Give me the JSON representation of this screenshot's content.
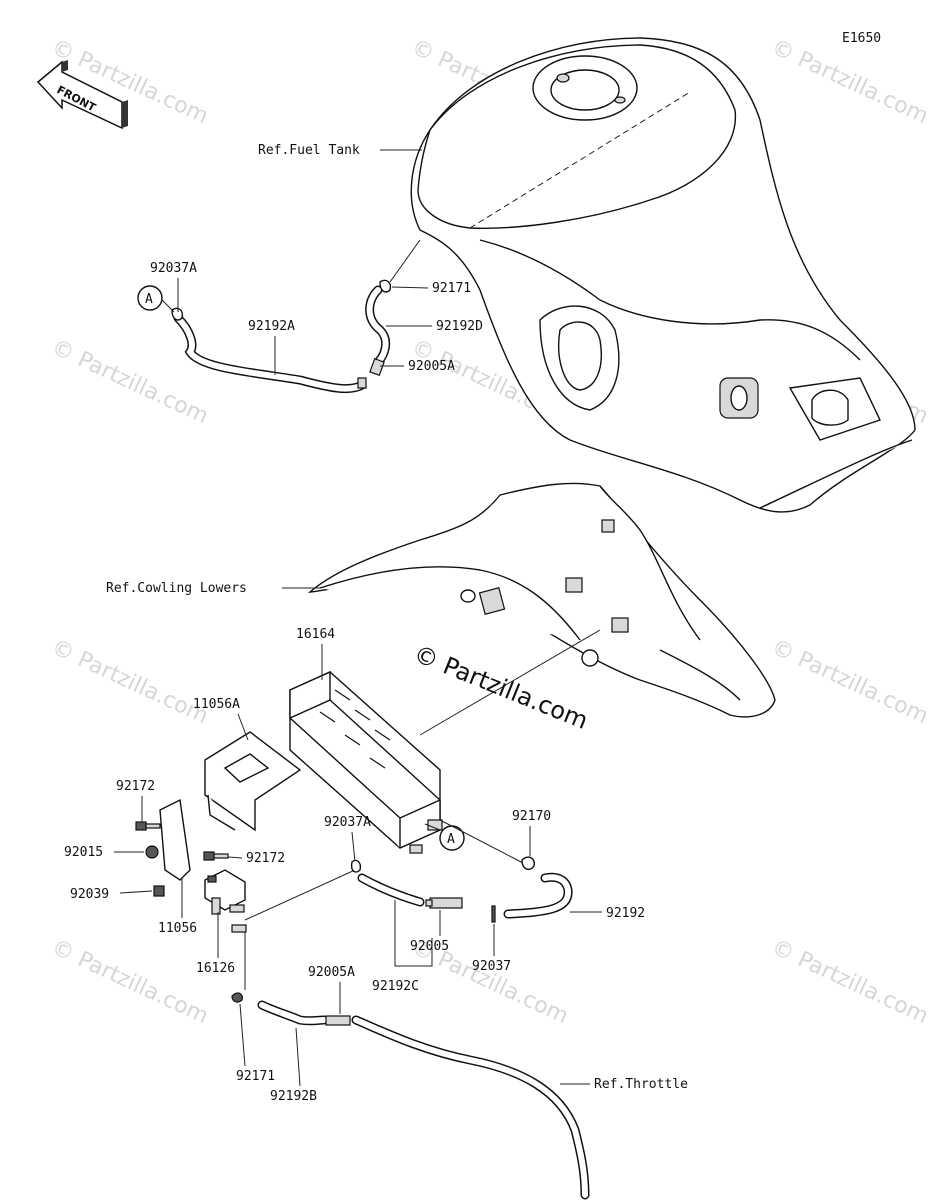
{
  "diagram_code": "E1650",
  "front_label": "FRONT",
  "watermark_text": "© Partzilla.com",
  "main_watermark": "© Partzilla.com",
  "refs": {
    "fuel_tank": "Ref.Fuel Tank",
    "cowling_lowers": "Ref.Cowling Lowers",
    "throttle": "Ref.Throttle"
  },
  "callout": "A",
  "labels": {
    "p92037A_top": "92037A",
    "p92192A": "92192A",
    "p92171_top": "92171",
    "p92192D": "92192D",
    "p92005A_top": "92005A",
    "p16164": "16164",
    "p11056A": "11056A",
    "p92172_a": "92172",
    "p92015": "92015",
    "p92039": "92039",
    "p11056": "11056",
    "p92172_b": "92172",
    "p16126": "16126",
    "p92037A_mid": "92037A",
    "p92170": "92170",
    "p92192": "92192",
    "p92005": "92005",
    "p92037": "92037",
    "p92192C": "92192C",
    "p92005A_bot": "92005A",
    "p92171_bot": "92171",
    "p92192B": "92192B"
  },
  "colors": {
    "line": "#111111",
    "watermark": "#d6d6d6"
  }
}
